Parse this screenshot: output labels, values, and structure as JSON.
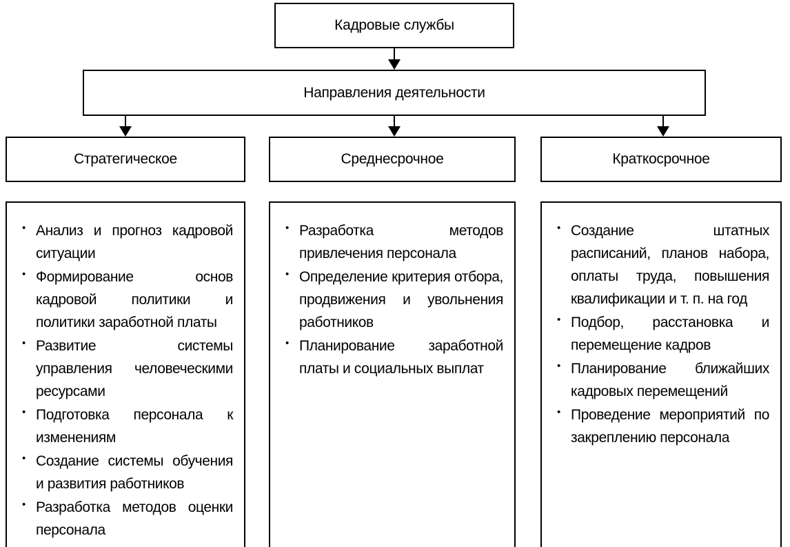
{
  "root": {
    "label": "Кадровые службы"
  },
  "directions": {
    "label": "Направления деятельности"
  },
  "columns": [
    {
      "title": "Стратегическое",
      "items": [
        "Анализ и прогноз кадровой ситуации",
        "Формирование основ кадровой политики и политики заработной платы",
        "Развитие системы управления человеческими ресурсами",
        "Подготовка персонала к изменениям",
        "Создание системы обучения и развития работников",
        "Разработка методов оценки персонала"
      ]
    },
    {
      "title": "Среднесрочное",
      "items": [
        "Разработка методов привлечения персонала",
        "Определение критерия отбора, продвижения и увольнения работников",
        "Планирование заработной платы и социальных выплат"
      ]
    },
    {
      "title": "Краткосрочное",
      "items": [
        "Создание штатных расписаний, планов набора, оплаты труда, повышения квалификации и т. п. на год",
        "Подбор, расстановка и перемещение кадров",
        "Планирование ближайших кадровых перемещений",
        "Проведение мероприятий по закреплению персонала"
      ]
    }
  ],
  "bullet_symbol": "•"
}
